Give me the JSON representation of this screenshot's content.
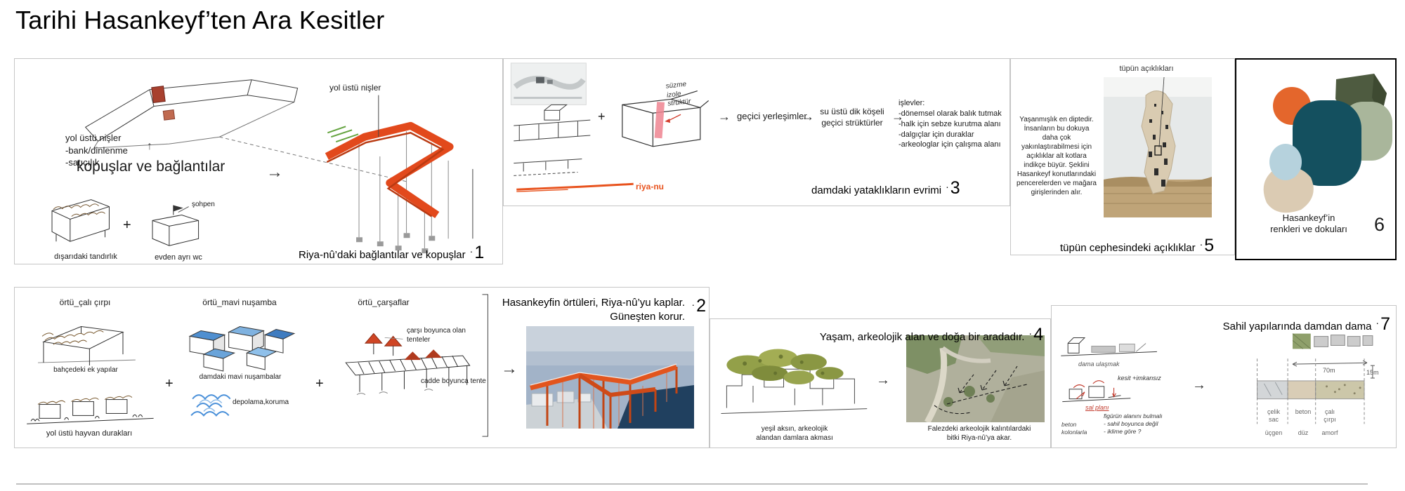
{
  "page": {
    "title": "Tarihi Hasankeyf’ten Ara Kesitler"
  },
  "symbols": {
    "arrow_right": "→",
    "arrow_up": "↑",
    "plus": "+",
    "dot_marker": "·"
  },
  "colors": {
    "accent_orange": "#e2491c",
    "render_blue": "#a2b3c8",
    "palette_orange": "#e4662c",
    "palette_dark_olive": "#4e5b40",
    "palette_sage": "#a9b69b",
    "palette_teal": "#14505f",
    "palette_light_blue": "#b6d2dd",
    "palette_beige": "#dbcbb3"
  },
  "panel1": {
    "notes_left": "yol üstü nişler\n-bank/dinlenme\n-satıcılık",
    "heading": "kopuşlar ve bağlantılar",
    "sohpen": "şohpen",
    "tandir": "dışarıdaki tandırlık",
    "wc": "evden ayrı wc",
    "nis_right": "yol üstü nişler",
    "caption": "Riya-nû’daki bağlantılar ve kopuşlar",
    "number": "1"
  },
  "panel2": {
    "col1_title": "örtü_çalı çırpı",
    "col1_label_top": "bahçedeki ek yapılar",
    "col1_label_bottom": "yol üstü hayvan durakları",
    "col2_title": "örtü_mavi nuşamba",
    "col2_label_top": "damdaki mavi nuşambalar",
    "col2_label_bottom": "depolama,koruma",
    "col3_title": "örtü_çarşaflar",
    "col3_label_top": "çarşı boyunca olan tenteler",
    "col3_label_bottom": "cadde boyunca tente",
    "caption": "Hasankeyfin örtüleri, Riya-nû’yu kaplar.\nGüneşten korur.",
    "number": "2"
  },
  "panel3": {
    "cube_note": "süzme\nizole\nstrüktür",
    "step1": "geçici yerleşimler",
    "step2": "su üstü dik köşeli\ngeçici strüktürler",
    "functions": "işlevler:\n-dönemsel olarak balık tutmak\n-halk için sebze kurutma alanı\n-dalgıçlar için duraklar\n-arkeologlar için çalışma alanı",
    "riyanu": "riya-nu",
    "caption": "damdaki yataklıkların evrimi",
    "number": "3"
  },
  "panel4": {
    "caption": "Yaşam, arkeolojik alan ve doğa bir aradadır.",
    "number": "4",
    "label_sketch": "yeşil aksın, arkeolojik\nalandan damlara akması",
    "label_photo": "Falezdeki arkeolojik kalıntılardaki\nbitki Riya-nû’ya akar."
  },
  "panel5": {
    "top_label": "tüpün açıklıkları",
    "body": "Yaşanmışlık en diptedir. İnsanların bu dokuya daha çok yakınlaştırabilmesi için açıklıklar alt kotlara indikçe büyür. Şeklini Hasankeyf konutlarındaki pencerelerden ve mağara girişlerinden alır.",
    "caption": "tüpün cephesindeki açıklıklar",
    "number": "5"
  },
  "panel6": {
    "caption": "Hasankeyf’in\nrenkleri ve dokuları",
    "number": "6"
  },
  "panel7": {
    "caption": "Sahil yapılarında damdan dama",
    "number": "7",
    "note_dama": "dama ulaşmak",
    "note_kesit": "kesit +imkansız",
    "note_sal": "sal planı",
    "note_figur": "figürün alanını bulmalı\n- sahil boyunca değil\n- iklime göre ?",
    "note_kolon": "beton\nkolonlarla",
    "dim_70": "70m",
    "dim_15": "15m",
    "mat_1": "çelik\nsac",
    "mat_2": "beton",
    "mat_3": "çalı\nçırpı",
    "shape_1": "üçgen",
    "shape_2": "düz",
    "shape_3": "amorf"
  }
}
